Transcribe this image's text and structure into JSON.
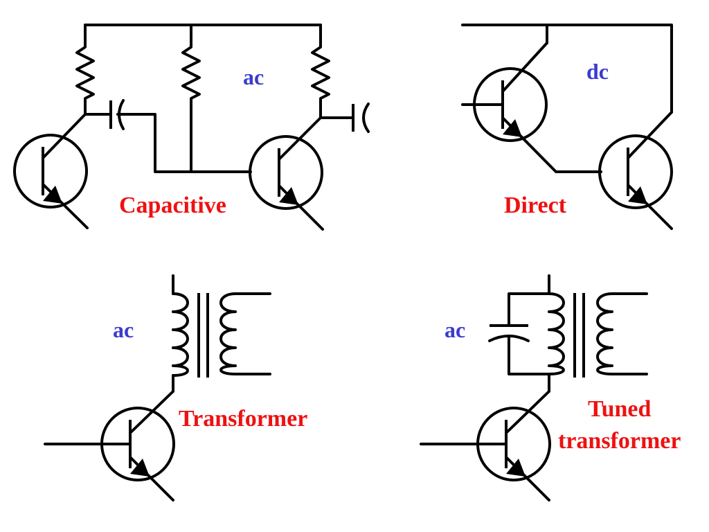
{
  "colors": {
    "signal_label": "#3b3bd0",
    "coupling_label": "#ee1111",
    "wire": "#000000"
  },
  "panels": {
    "capacitive": {
      "signal": "ac",
      "name": "Capacitive"
    },
    "direct": {
      "signal": "dc",
      "name": "Direct"
    },
    "transformer": {
      "signal": "ac",
      "name": "Transformer"
    },
    "tuned_transformer": {
      "signal": "ac",
      "name_line1": "Tuned",
      "name_line2": "transformer"
    }
  }
}
